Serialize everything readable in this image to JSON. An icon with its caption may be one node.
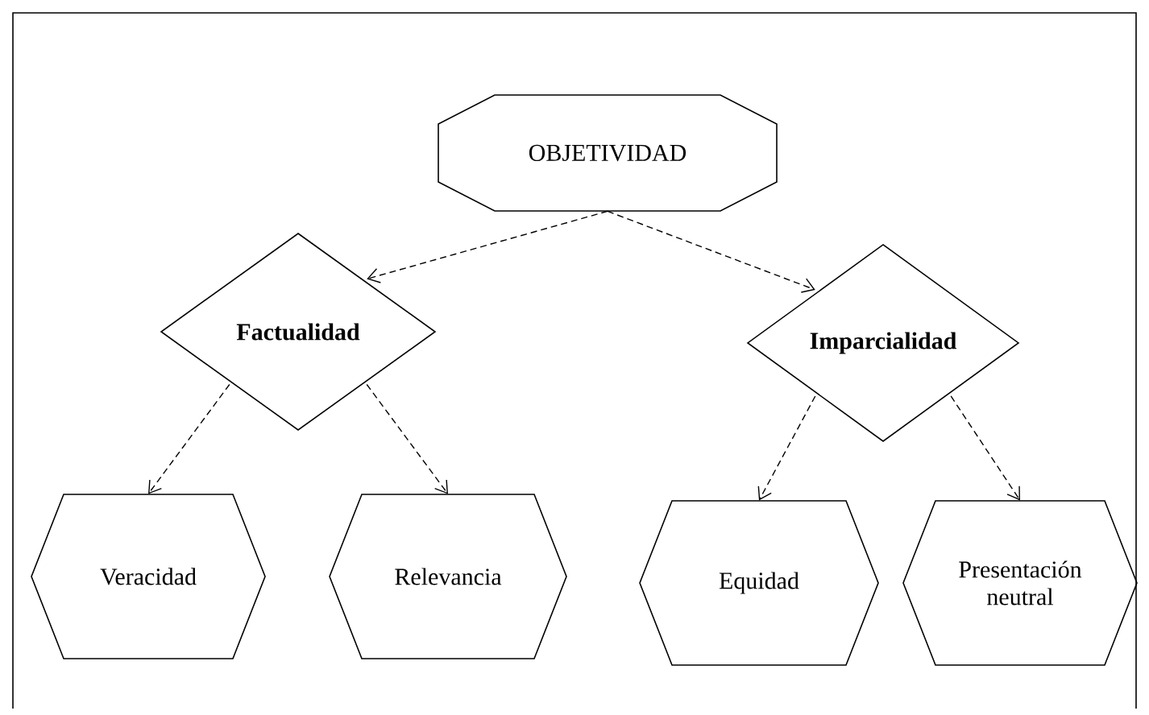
{
  "diagram": {
    "nodes": [
      {
        "text": [
          "OBJETIVIDAD"
        ]
      },
      {
        "text": [
          "Factualidad"
        ]
      },
      {
        "text": [
          "Imparcialidad"
        ]
      },
      {
        "text": [
          "Veracidad"
        ]
      },
      {
        "text": [
          "Relevancia"
        ]
      },
      {
        "text": [
          "Equidad"
        ]
      },
      {
        "text": [
          "Presentación neutral"
        ]
      }
    ],
    "edges": [
      {
        "from": 0,
        "to": 1,
        "arrow": "to",
        "style": "dashed"
      },
      {
        "from": 0,
        "to": 2,
        "arrow": "to",
        "style": "dashed"
      },
      {
        "from": 1,
        "to": 3,
        "arrow": "to",
        "style": "dashed"
      },
      {
        "from": 1,
        "to": 4,
        "arrow": "to",
        "style": "dashed"
      },
      {
        "from": 2,
        "to": 5,
        "arrow": "to",
        "style": "dashed"
      },
      {
        "from": 2,
        "to": 6,
        "arrow": "to",
        "style": "dashed"
      }
    ]
  }
}
